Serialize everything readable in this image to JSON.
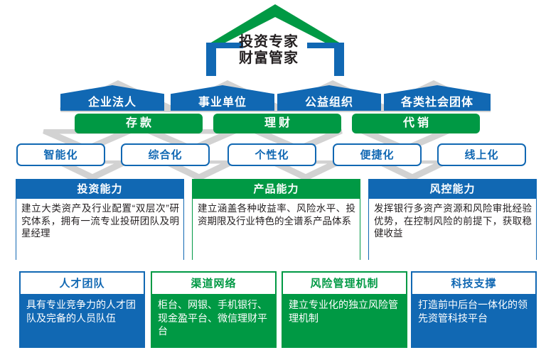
{
  "colors": {
    "blue": "#1168B3",
    "green": "#009944",
    "gray": "#d9d9d9",
    "text_dark": "#231f20",
    "white": "#ffffff"
  },
  "house": {
    "line1": "投资专家",
    "line2": "财富管家",
    "roof_color": "#009944",
    "pillar_color": "#1168B3"
  },
  "row_clients": {
    "items": [
      {
        "label": "企业法人"
      },
      {
        "label": "事业单位"
      },
      {
        "label": "公益组织"
      },
      {
        "label": "各类社会团体"
      }
    ]
  },
  "row_services": {
    "items": [
      {
        "label": "存款"
      },
      {
        "label": "理财"
      },
      {
        "label": "代销"
      }
    ]
  },
  "row_attributes": {
    "items": [
      {
        "label": "智能化"
      },
      {
        "label": "综合化"
      },
      {
        "label": "个性化"
      },
      {
        "label": "便捷化"
      },
      {
        "label": "线上化"
      }
    ]
  },
  "capabilities": {
    "items": [
      {
        "title": "投资能力",
        "body": "建立大类资产及行业配置“双层次”研究体系，拥有一流专业投研团队及明星经理",
        "color": "#1168B3"
      },
      {
        "title": "产品能力",
        "body": "建立涵盖各种收益率、风险水平、投资期限及行业特色的全谱系产品体系",
        "color": "#009944"
      },
      {
        "title": "风控能力",
        "body": "发挥银行多资产资源和风险审批经验优势，在控制风险的前提下，获取稳健收益",
        "color": "#1168B3"
      }
    ]
  },
  "foundations": {
    "items": [
      {
        "title": "人才团队",
        "body": "具有专业竞争力的人才团队及完备的人员队伍",
        "color": "#1168B3"
      },
      {
        "title": "渠道网络",
        "body": "柜台、网银、手机银行、现金盈平台、微信理财平台",
        "color": "#009944"
      },
      {
        "title": "风险管理机制",
        "body": "建立专业化的独立风险管理机制",
        "color": "#009944"
      },
      {
        "title": "科技支撑",
        "body": "打造前中后台一体化的领先资管科技平台",
        "color": "#1168B3"
      }
    ]
  }
}
